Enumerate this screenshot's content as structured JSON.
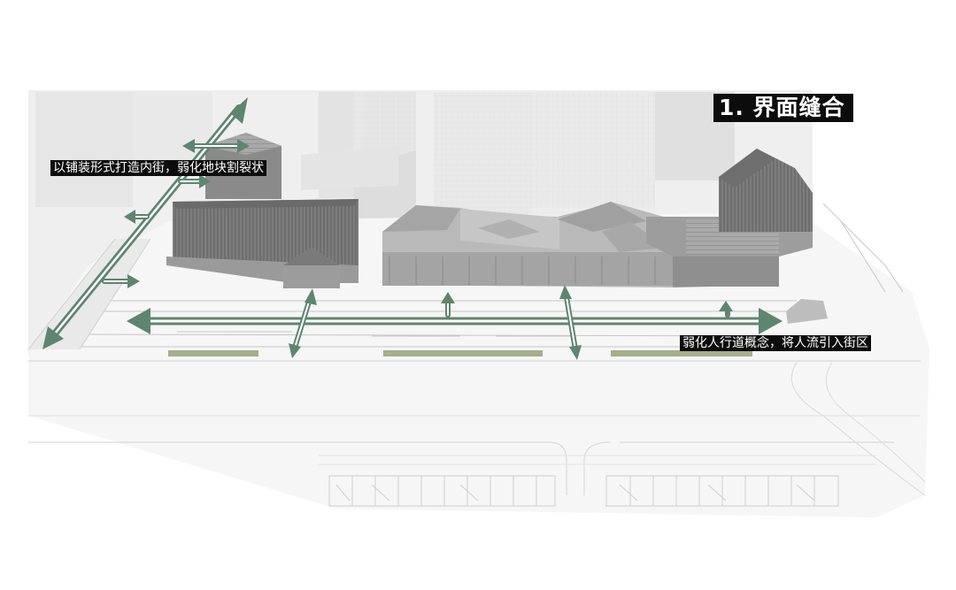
{
  "title": "1. 界面缝合",
  "annotations": {
    "inner_street": "以铺装形式打造内街，弱化地块割裂状",
    "sidewalk": "弱化人行道概念，将人流引入街区"
  },
  "colors": {
    "arrow": "#5e8571",
    "green_strip": "#a4b08a",
    "label_bg": "#0c0c0c"
  }
}
